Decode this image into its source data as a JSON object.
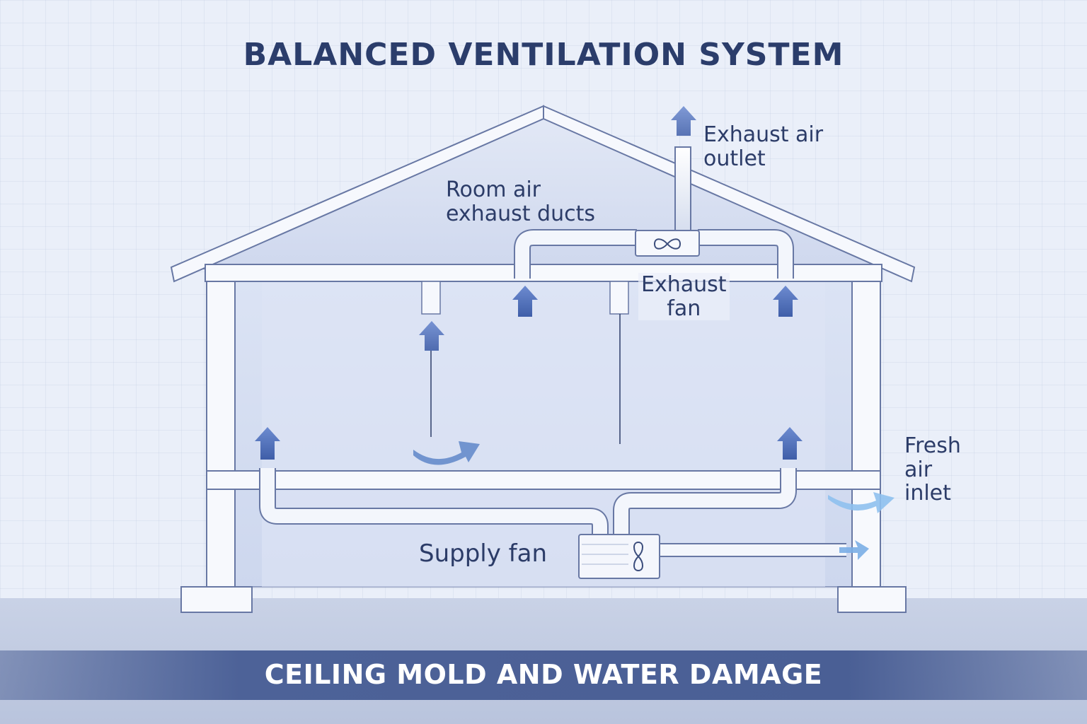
{
  "title": "BALANCED VENTILATION SYSTEM",
  "banner": "CEILING MOLD AND WATER DAMAGE",
  "labels": {
    "exhaust_outlet": [
      "Exhaust air",
      "outlet"
    ],
    "room_exhaust_ducts": [
      "Room air",
      "exhaust ducts"
    ],
    "exhaust_fan": [
      "Exhaust",
      "fan"
    ],
    "fresh_air_inlet": [
      "Fresh",
      "air",
      "inlet"
    ],
    "supply_fan": "Supply fan"
  },
  "icons": [
    "up-arrow-icon",
    "curved-arrow-icon",
    "infinity-fan-icon",
    "figure-eight-fan-icon"
  ],
  "colors": {
    "title": "#2b3d6b",
    "banner": "#4a5f95",
    "arrow": "#4f6fb8",
    "arrow_light": "#7fb0e6",
    "wall": "#f7f9fd",
    "interior": "#d9e2f4"
  }
}
